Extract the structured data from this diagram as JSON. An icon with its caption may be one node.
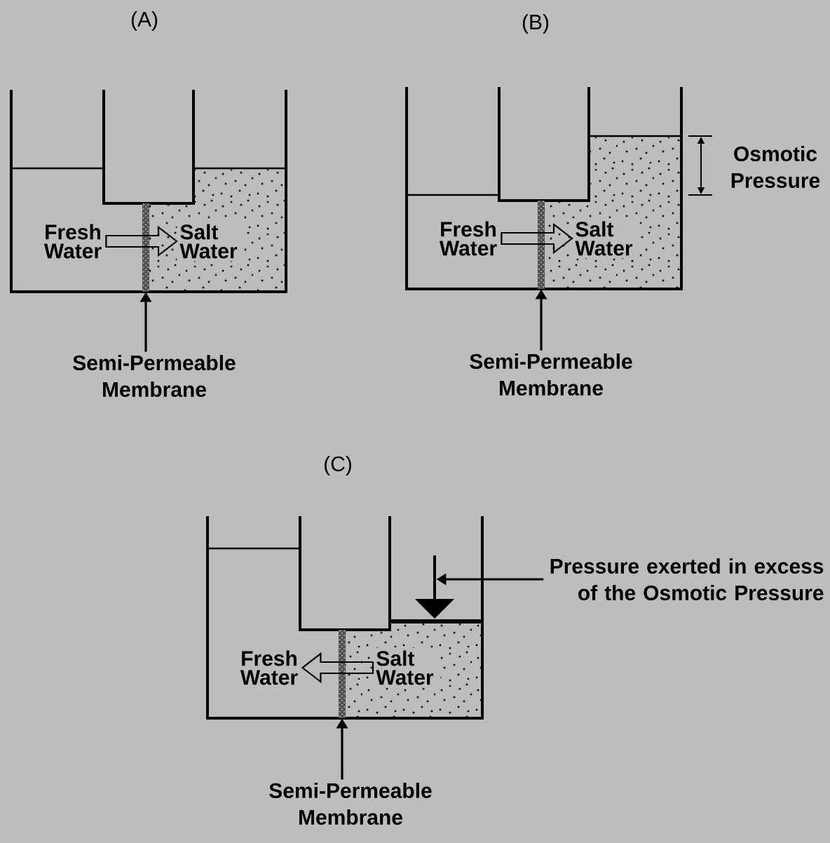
{
  "diagram": {
    "nodes": [
      {
        "text": [
          "(A)"
        ]
      },
      {
        "text": [
          "Fresh Water"
        ],
        "in": 0
      },
      {
        "text": [
          "Salt Water"
        ],
        "in": 0
      },
      {
        "text": [],
        "shape": "bar",
        "in": 0
      },
      {
        "text": [
          "Semi-Permeable Membrane"
        ]
      },
      {
        "text": [
          "(B)"
        ]
      },
      {
        "text": [
          "Fresh Water"
        ],
        "in": 5
      },
      {
        "text": [
          "Salt Water"
        ],
        "in": 5
      },
      {
        "text": [],
        "shape": "bar",
        "in": 5
      },
      {
        "text": [
          "Semi-Permeable Membrane"
        ]
      },
      {
        "text": [
          "(C)"
        ]
      },
      {
        "text": [
          "Fresh Water"
        ],
        "in": 10
      },
      {
        "text": [
          "Salt Water"
        ],
        "in": 10
      },
      {
        "text": [],
        "shape": "bar",
        "in": 10
      },
      {
        "text": [],
        "shape": "arrow",
        "in": 10
      },
      {
        "text": [
          "Pressure exerted in excess of the Osmotic Pressure"
        ]
      },
      {
        "text": [
          "Semi-Permeable Membrane"
        ]
      }
    ],
    "edges": [
      {
        "from": 1,
        "to": 2,
        "arrow": "to",
        "style": "thick"
      },
      {
        "from": 4,
        "to": 3,
        "arrow": "to"
      },
      {
        "from": 6,
        "to": 7,
        "arrow": "to",
        "style": "thick"
      },
      {
        "from": 9,
        "to": 8,
        "arrow": "to"
      },
      {
        "from": 12,
        "to": 11,
        "arrow": "to",
        "style": "thick"
      },
      {
        "from": 16,
        "to": 13,
        "arrow": "to"
      },
      {
        "from": 15,
        "to": 14,
        "arrow": "to"
      }
    ],
    "labels": [
      "Osmotic Pressure"
    ]
  }
}
